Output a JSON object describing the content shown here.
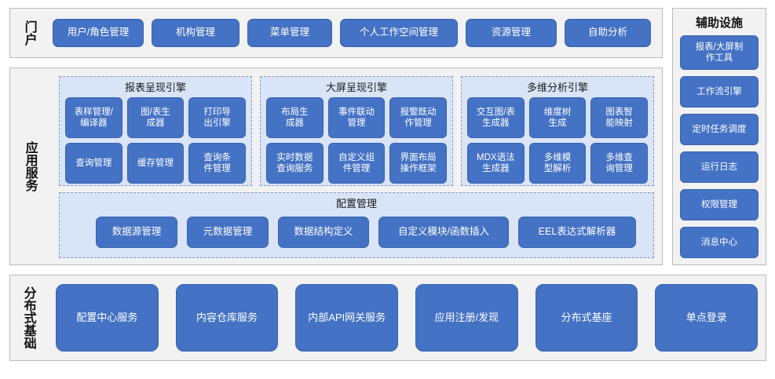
{
  "colors": {
    "button_blue": "#4472c4",
    "panel_gray": "#f2f2f2",
    "panel_border": "#b9b9b9",
    "group_blue": "#d9e4f7",
    "group_border": "#7f9ad1",
    "text_white": "#ffffff",
    "text_dark": "#111111",
    "page_background": "#ffffff"
  },
  "portal": {
    "label": "门户",
    "buttons": [
      "用户/角色管理",
      "机构管理",
      "菜单管理",
      "个人工作空间管理",
      "资源管理",
      "自助分析"
    ]
  },
  "app_services": {
    "label": "应用服务",
    "engines": [
      {
        "title": "报表呈现引擎",
        "items": [
          "表样管理/\n编译器",
          "图/表生\n成器",
          "打印导\n出引擎",
          "查询管理",
          "缓存管理",
          "查询条\n件管理"
        ]
      },
      {
        "title": "大屏呈现引擎",
        "items": [
          "布局生\n成器",
          "事件联动\n管理",
          "报警既动\n作管理",
          "实时数据\n查询服务",
          "自定义组\n件管理",
          "界面布局\n操作框架"
        ]
      },
      {
        "title": "多维分析引擎",
        "items": [
          "交互图/表\n生成器",
          "维度树\n生成",
          "图表智\n能映射",
          "MDX语法\n生成器",
          "多维模\n型解析",
          "多维查\n询管理"
        ]
      }
    ],
    "config": {
      "title": "配置管理",
      "items": [
        "数据源管理",
        "元数据管理",
        "数据结构定义",
        "自定义模块/函数插入",
        "EEL表达式解析器"
      ]
    }
  },
  "aux_facilities": {
    "title": "辅助设施",
    "items": [
      "报表/大屏制\n作工具",
      "工作流引擎",
      "定时任务调度",
      "运行日志",
      "权限管理",
      "消息中心"
    ]
  },
  "distributed_base": {
    "label": "分布式基础",
    "buttons": [
      "配置中心服务",
      "内容仓库服务",
      "内部API网关服务",
      "应用注册/发现",
      "分布式基座",
      "单点登录"
    ]
  }
}
